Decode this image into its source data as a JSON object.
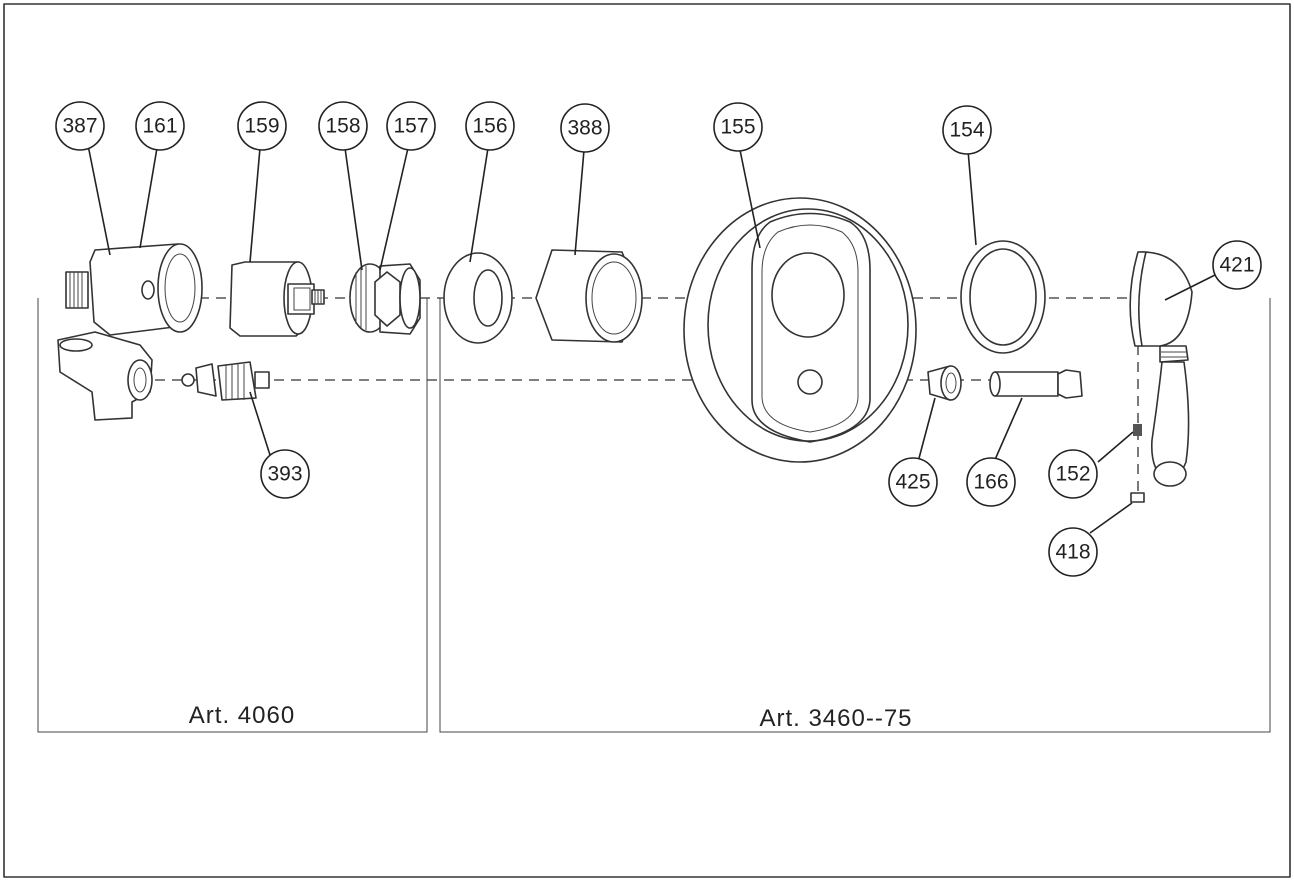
{
  "diagram": {
    "groups": [
      {
        "id": "left",
        "label": "Art. 4060"
      },
      {
        "id": "right",
        "label": "Art. 3460--75"
      }
    ],
    "callouts": [
      "387",
      "161",
      "159",
      "158",
      "157",
      "156",
      "388",
      "155",
      "154",
      "421",
      "393",
      "425",
      "166",
      "152",
      "418"
    ]
  }
}
